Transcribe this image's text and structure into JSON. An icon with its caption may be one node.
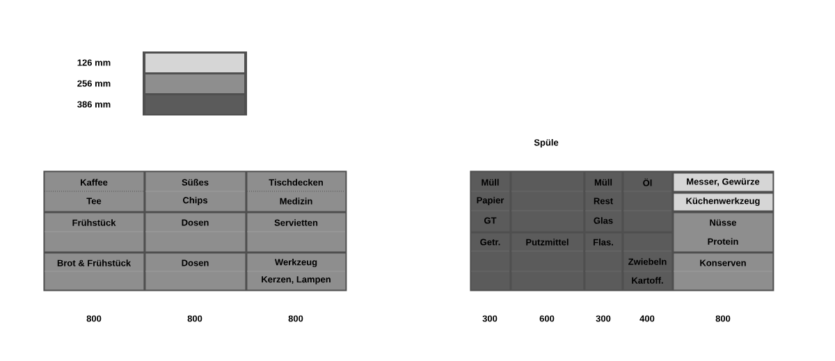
{
  "diagram": {
    "nodes": [
      {
        "text": [],
        "shape": "box"
      },
      {
        "text": [
          "Kaffee",
          "Tee"
        ],
        "in": 0
      },
      {
        "text": [
          "Süßes",
          "Chips"
        ],
        "in": 0
      },
      {
        "text": [
          "Tischdecken",
          "Medizin"
        ],
        "in": 0
      },
      {
        "text": [
          "Frühstück"
        ],
        "in": 0
      },
      {
        "text": [
          "Dosen"
        ],
        "in": 0
      },
      {
        "text": [
          "Servietten"
        ],
        "in": 0
      },
      {
        "text": [
          "Brot & Frühstück"
        ],
        "in": 0
      },
      {
        "text": [
          "Dosen"
        ],
        "in": 0
      },
      {
        "text": [
          "Werkzeug",
          "Kerzen, Lampen"
        ],
        "in": 0
      },
      {
        "text": [],
        "shape": "box"
      },
      {
        "text": [
          "Müll",
          "Papier",
          "GT"
        ],
        "in": 10
      },
      {
        "text": [],
        "shape": "box",
        "in": 10
      },
      {
        "text": [
          "Müll",
          "Rest",
          "Glas"
        ],
        "in": 10
      },
      {
        "text": [
          "Öl"
        ],
        "in": 10
      },
      {
        "text": [
          "Messer, Gewürze"
        ],
        "in": 10
      },
      {
        "text": [
          "Küchenwerkzeug"
        ],
        "in": 10
      },
      {
        "text": [
          "Nüsse",
          "Protein"
        ],
        "in": 10
      },
      {
        "text": [
          "Getr."
        ],
        "in": 10
      },
      {
        "text": [
          "Putzmittel"
        ],
        "in": 10
      },
      {
        "text": [
          "Flas."
        ],
        "in": 10
      },
      {
        "text": [
          "Zwiebeln",
          "Kartoff."
        ],
        "in": 10
      },
      {
        "text": [
          "Konserven"
        ],
        "in": 10
      }
    ],
    "labels": [
      "Spüle",
      "800",
      "800",
      "800",
      "300",
      "600",
      "300",
      "400",
      "800"
    ],
    "legend": [
      {
        "text": "126 mm",
        "color": "#d6d6d6"
      },
      {
        "text": "256 mm",
        "color": "#8e8e8e"
      },
      {
        "text": "386 mm",
        "color": "#5b5b5b"
      }
    ]
  }
}
